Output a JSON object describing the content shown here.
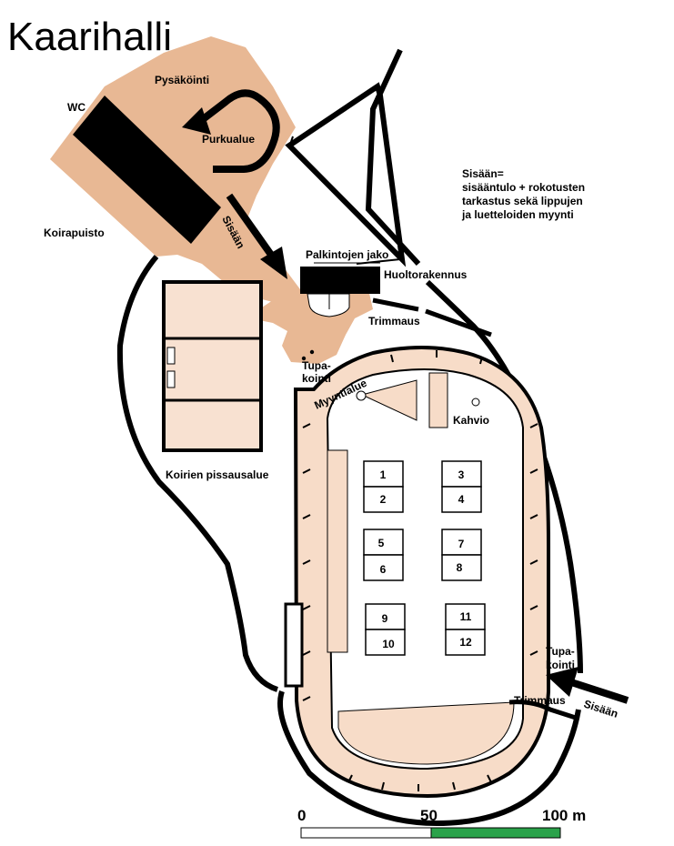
{
  "title": "Kaarihalli",
  "colors": {
    "parking": "#e8b894",
    "pen": "#f8e1d1",
    "track": "#f7dcc8",
    "scale_green": "#2aa24a"
  },
  "labels": {
    "parking": "Pysäköinti",
    "wc": "WC",
    "purkualue": "Purkualue",
    "koirapuisto": "Koirapuisto",
    "sisaan_top": "Sisään",
    "palkintojen": "Palkintojen jako",
    "huoltorakennus": "Huoltorakennus",
    "trimmaus_top": "Trimmaus",
    "tupa1": "Tupa-",
    "tupa2": "kointi",
    "myyntialue": "Myyntialue",
    "kahvio": "Kahvio",
    "pissausalue": "Koirien pissausalue",
    "tupa_right1": "Tupa-",
    "tupa_right2": "kointi",
    "trimmaus_bottom": "Trimmaus",
    "sisaan_bottom": "Sisään"
  },
  "info": {
    "line1": "Sisään=",
    "line2": "sisääntulo + rokotusten",
    "line3": "tarkastus sekä lippujen",
    "line4": "ja luetteloiden myynti"
  },
  "rings": [
    "1",
    "2",
    "3",
    "4",
    "5",
    "6",
    "7",
    "8",
    "9",
    "10",
    "11",
    "12"
  ],
  "scale": {
    "zero": "0",
    "mid": "50",
    "end": "100 m"
  }
}
